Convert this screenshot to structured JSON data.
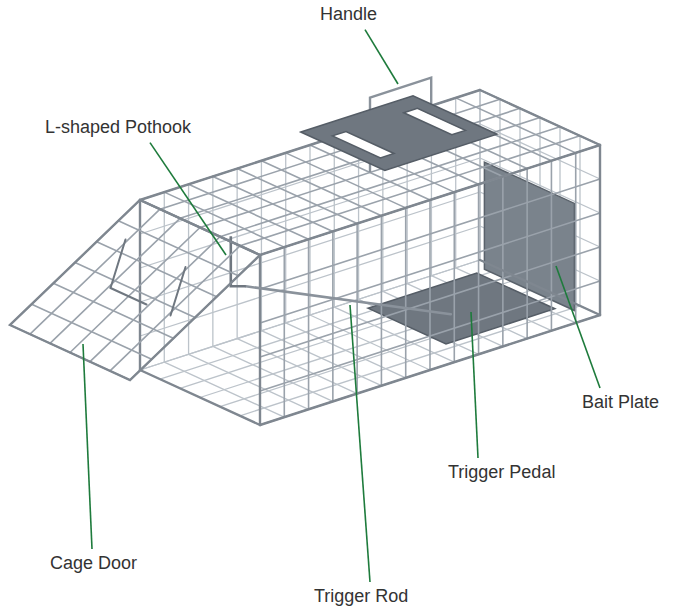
{
  "diagram": {
    "labels": [
      "Handle",
      "L-shaped Pothook",
      "Bait Plate",
      "Trigger Pedal",
      "Cage Door",
      "Trigger Rod"
    ]
  }
}
